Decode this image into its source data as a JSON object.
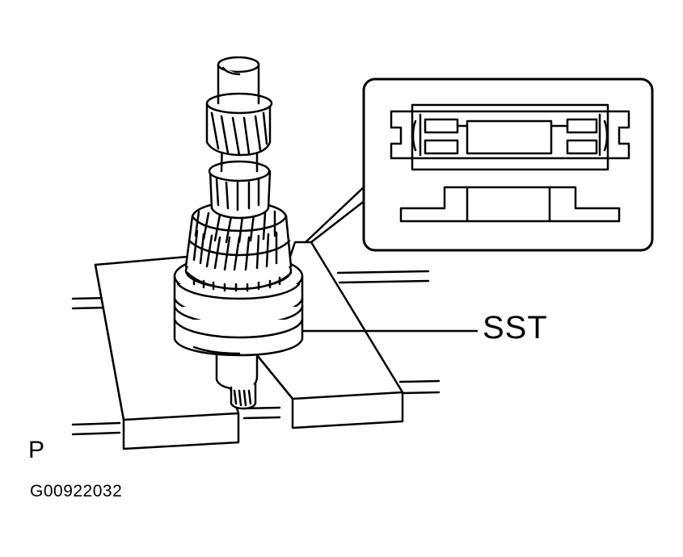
{
  "labels": {
    "tool": "SST",
    "view_marker": "P",
    "figure_code": "G00922032"
  },
  "colors": {
    "line": "#000000",
    "background": "#ffffff"
  }
}
